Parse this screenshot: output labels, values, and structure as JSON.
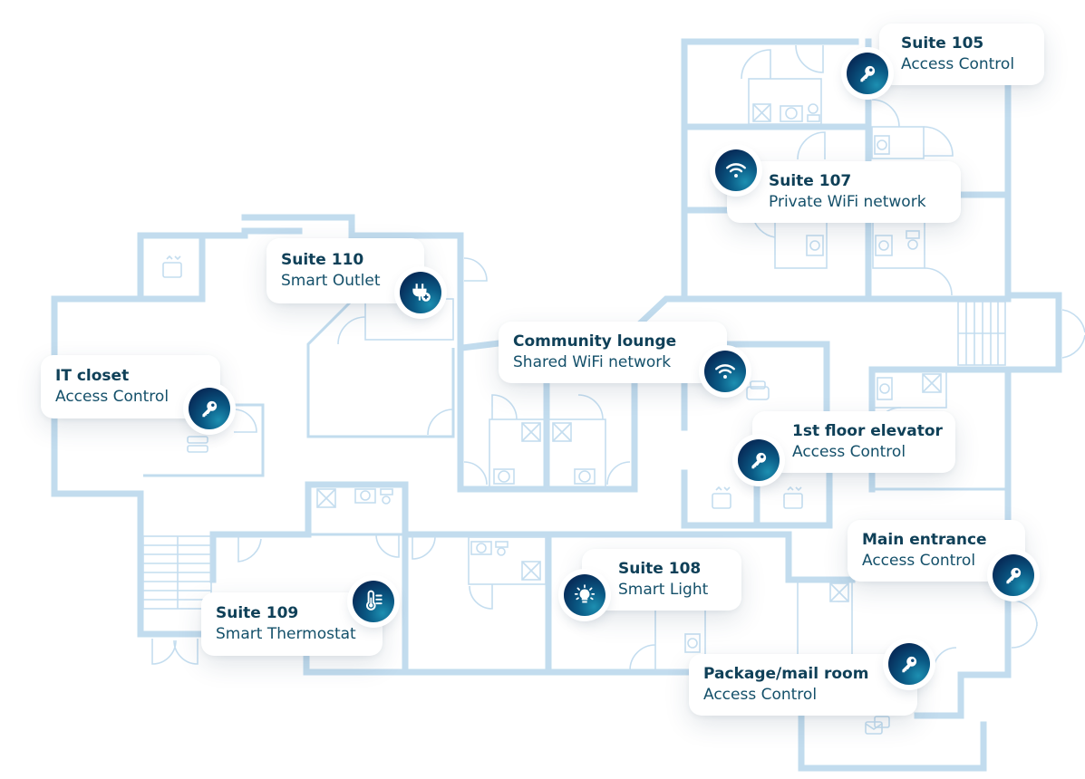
{
  "diagram": {
    "type": "floor plan",
    "wall_color": "#c2dcee",
    "accent_color": "#072e5b",
    "text_color": "#0f4058"
  },
  "callouts": [
    {
      "id": "suite-105",
      "title": "Suite 105",
      "subtitle": "Access Control",
      "icon": "key-icon"
    },
    {
      "id": "suite-107",
      "title": "Suite 107",
      "subtitle": "Private WiFi network",
      "icon": "wifi-icon"
    },
    {
      "id": "suite-110",
      "title": "Suite 110",
      "subtitle": "Smart Outlet",
      "icon": "smart-plug-icon"
    },
    {
      "id": "community-lounge",
      "title": "Community lounge",
      "subtitle": "Shared WiFi network",
      "icon": "wifi-icon"
    },
    {
      "id": "it-closet",
      "title": "IT closet",
      "subtitle": "Access Control",
      "icon": "key-icon"
    },
    {
      "id": "first-floor-elevator",
      "title": "1st floor elevator",
      "subtitle": "Access Control",
      "icon": "key-icon"
    },
    {
      "id": "main-entrance",
      "title": "Main entrance",
      "subtitle": "Access Control",
      "icon": "key-icon"
    },
    {
      "id": "suite-108",
      "title": "Suite 108",
      "subtitle": "Smart Light",
      "icon": "lightbulb-icon"
    },
    {
      "id": "suite-109",
      "title": "Suite 109",
      "subtitle": "Smart Thermostat",
      "icon": "thermostat-icon"
    },
    {
      "id": "package-mail-room",
      "title": "Package/mail room",
      "subtitle": "Access Control",
      "icon": "key-icon"
    }
  ],
  "fixtures": {
    "elevator_icons": 3,
    "lounge_icon": "sofa-icon",
    "mail_icon": "mail-icon",
    "server_icon": "server-rack-icon"
  }
}
